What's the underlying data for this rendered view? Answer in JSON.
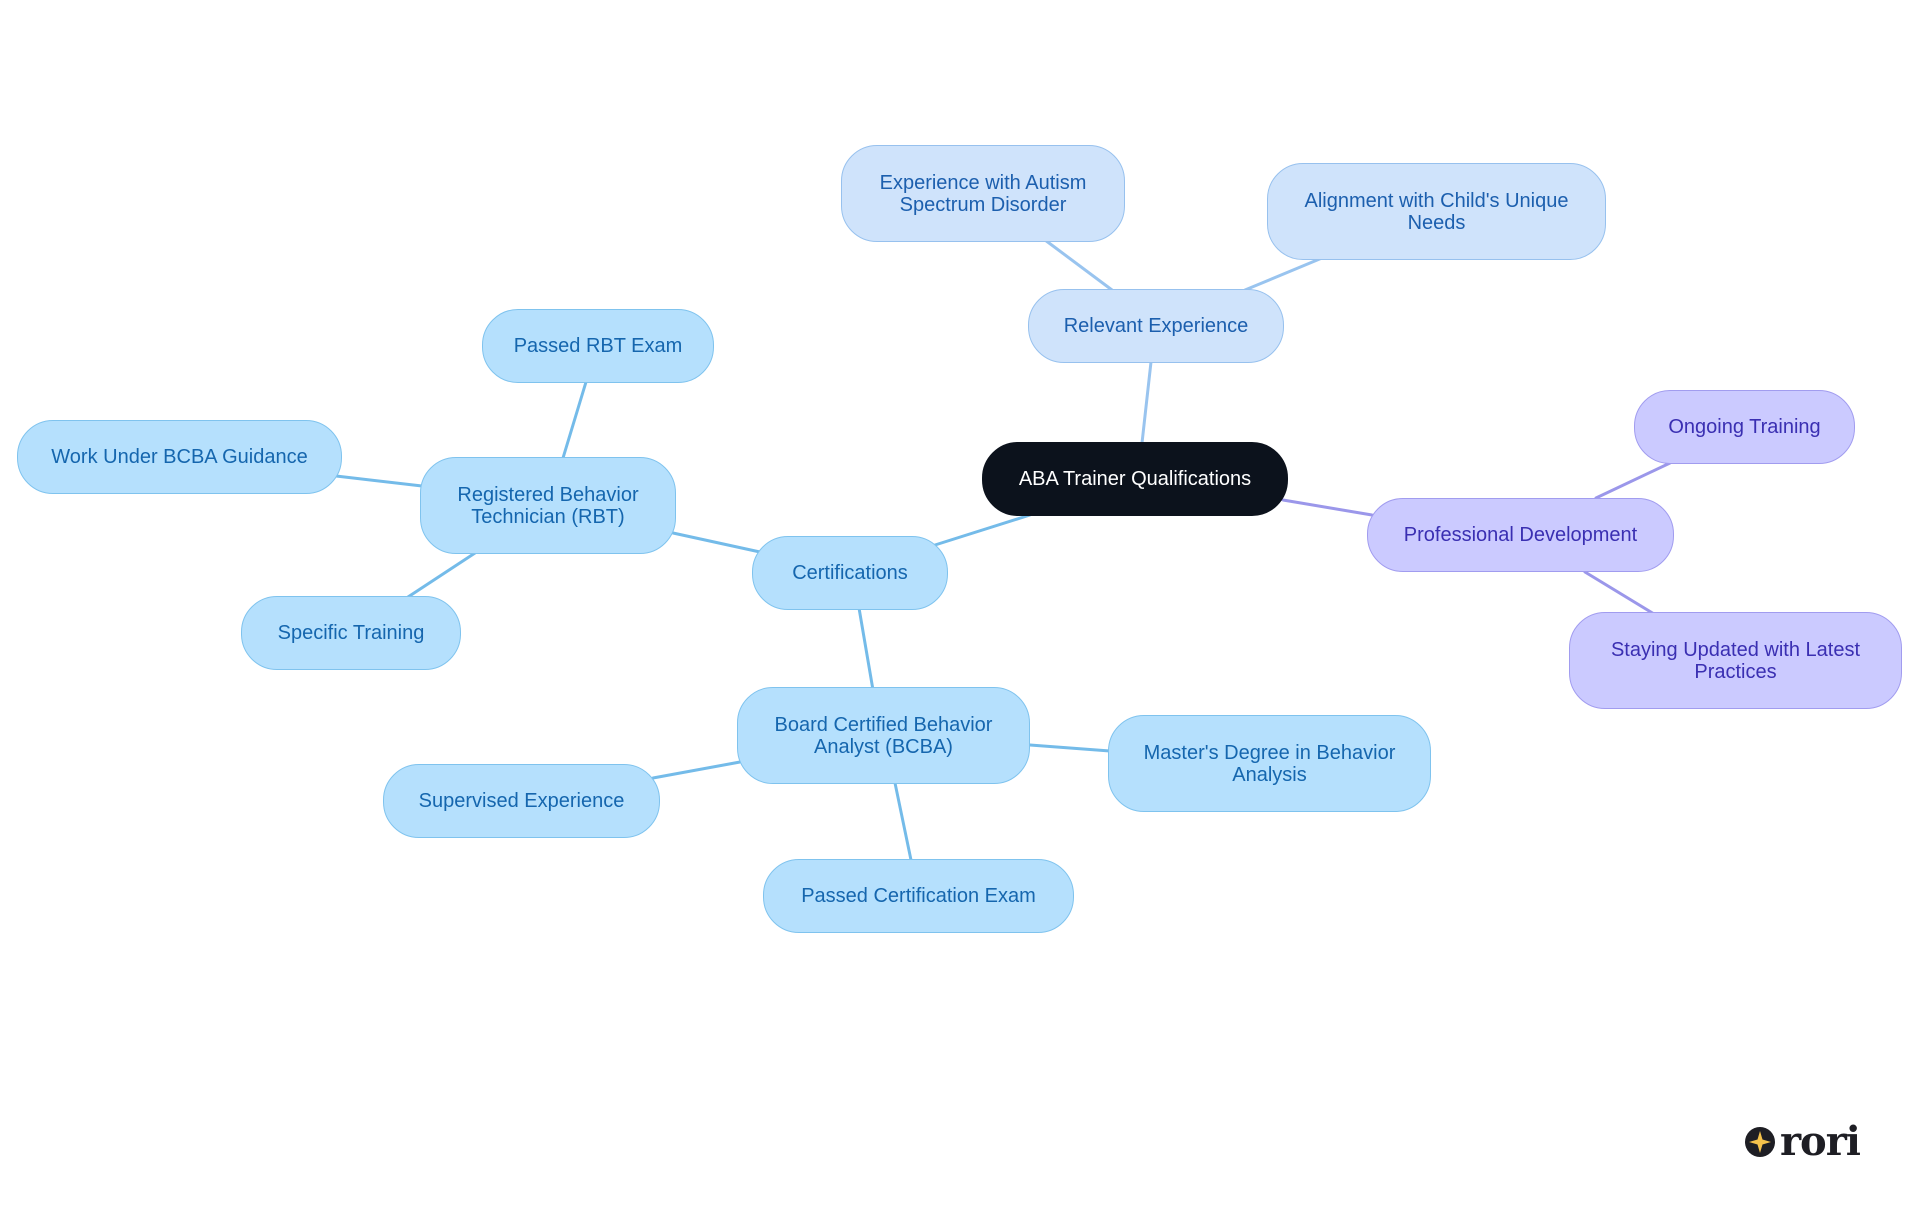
{
  "diagram": {
    "root": "ABA Trainer Qualifications",
    "branches": {
      "certifications": {
        "label": "Certifications",
        "rbt": {
          "label": "Registered Behavior Technician (RBT)",
          "children": [
            "Passed RBT Exam",
            "Work Under BCBA Guidance",
            "Specific Training"
          ]
        },
        "bcba": {
          "label": "Board Certified Behavior Analyst (BCBA)",
          "children": [
            "Supervised Experience",
            "Passed Certification Exam",
            "Master's Degree in Behavior Analysis"
          ]
        }
      },
      "experience": {
        "label": "Relevant Experience",
        "children": [
          "Experience with Autism Spectrum Disorder",
          "Alignment with Child's Unique Needs"
        ]
      },
      "professional": {
        "label": "Professional Development",
        "children": [
          "Ongoing Training",
          "Staying Updated with Latest Practices"
        ]
      }
    },
    "colors": {
      "root_fill": "#0c121c",
      "certifications_fill": "#b5e0fd",
      "certifications_edge": "#74bbe9",
      "experience_fill": "#cfe3fb",
      "experience_edge": "#99c4ef",
      "professional_fill": "#cbcaff",
      "professional_edge": "#9b97ea"
    }
  },
  "logo": {
    "text": "rori",
    "icon": "sparkle-icon"
  }
}
